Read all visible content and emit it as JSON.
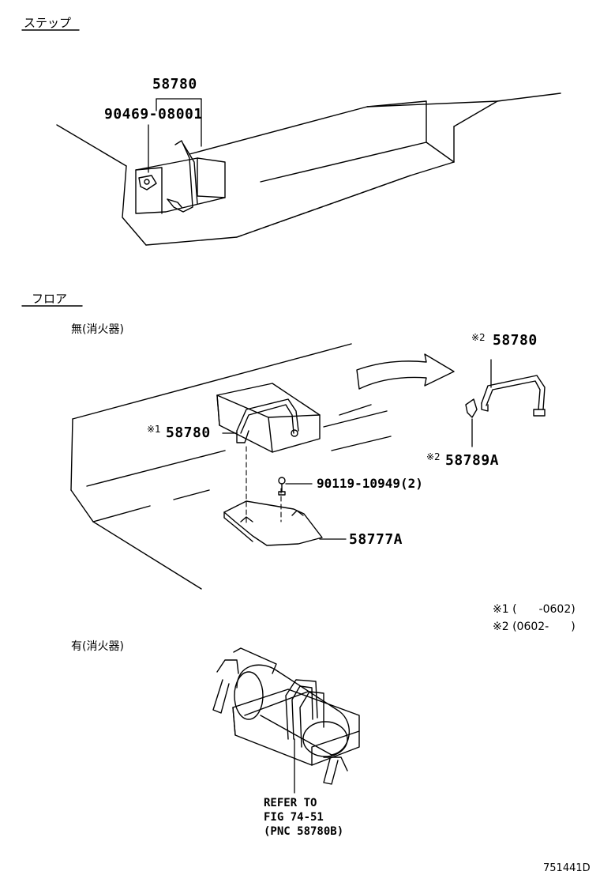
{
  "sections": {
    "step": "ステップ",
    "floor": "フロア"
  },
  "variants": {
    "without_extinguisher": "無(消火器)",
    "with_extinguisher": "有(消火器)"
  },
  "parts": {
    "p58780_top": "58780",
    "p90469": "90469-08001",
    "p58780_mark1_sym": "※1",
    "p58780_mark1": "58780",
    "p58780_mark2_sym": "※2",
    "p58780_mark2": "58780",
    "p58789a_sym": "※2",
    "p58789a": "58789A",
    "p90119": "90119-10949(2)",
    "p58777a": "58777A"
  },
  "notes": {
    "n1": "※1 (　　-0602)",
    "n2": "※2 (0602-　　)"
  },
  "reference": {
    "line1": "REFER TO",
    "line2": "FIG 74-51",
    "line3": "(PNC 58780B)"
  },
  "diagram_code": "751441D"
}
